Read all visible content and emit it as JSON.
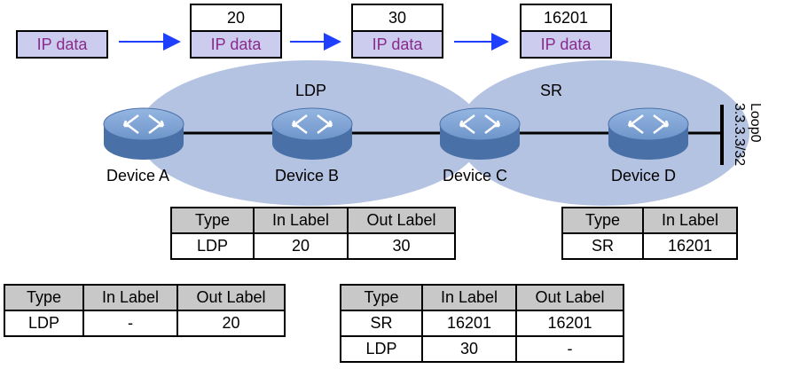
{
  "packets": [
    {
      "label": "",
      "payload": "IP data"
    },
    {
      "label": "20",
      "payload": "IP data"
    },
    {
      "label": "30",
      "payload": "IP data"
    },
    {
      "label": "16201",
      "payload": "IP data"
    }
  ],
  "regions": {
    "ldp": "LDP",
    "sr": "SR"
  },
  "devices": [
    "Device A",
    "Device B",
    "Device C",
    "Device D"
  ],
  "loopback": {
    "name": "Loop0",
    "address": "3.3.3.3/32"
  },
  "tables": {
    "device_a": {
      "headers": [
        "Type",
        "In Label",
        "Out Label"
      ],
      "rows": [
        [
          "LDP",
          "-",
          "20"
        ]
      ]
    },
    "device_b": {
      "headers": [
        "Type",
        "In Label",
        "Out Label"
      ],
      "rows": [
        [
          "LDP",
          "20",
          "30"
        ]
      ]
    },
    "device_c": {
      "headers": [
        "Type",
        "In Label",
        "Out Label"
      ],
      "rows": [
        [
          "SR",
          "16201",
          "16201"
        ],
        [
          "LDP",
          "30",
          "-"
        ]
      ]
    },
    "device_d": {
      "headers": [
        "Type",
        "In Label"
      ],
      "rows": [
        [
          "SR",
          "16201"
        ]
      ]
    }
  },
  "colors": {
    "domain_fill": "#b4c3e1",
    "router_body": "#5b82b9",
    "router_top": "#7fa3d3",
    "payload_fill": "#ccccee",
    "payload_text": "#8a2a8a",
    "arrow": "#1f3fff",
    "table_header": "#c8c8c8"
  },
  "icons": [
    "router-icon",
    "arrow-right-icon"
  ]
}
